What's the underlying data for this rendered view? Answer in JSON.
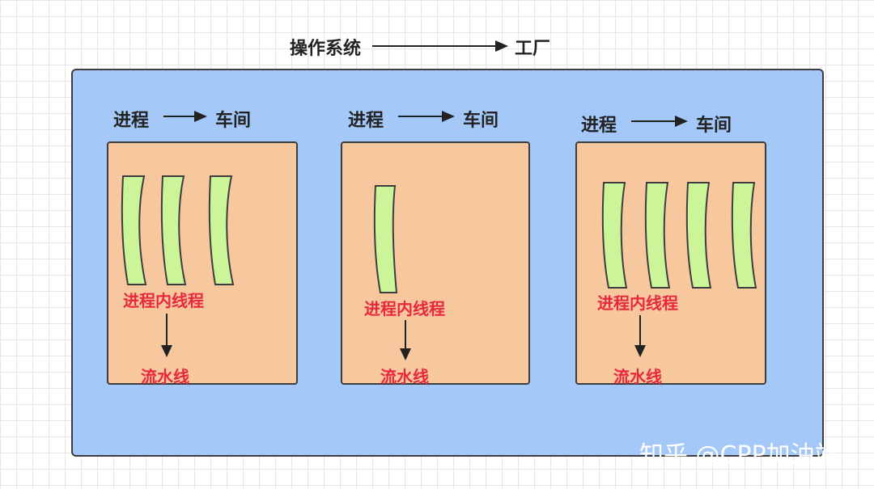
{
  "title": {
    "left": "操作系统",
    "right": "工厂"
  },
  "processes": [
    {
      "process_label": "进程",
      "workshop_label": "车间",
      "thread_label": "进程内线程",
      "line_label": "流水线",
      "thread_count": 3
    },
    {
      "process_label": "进程",
      "workshop_label": "车间",
      "thread_label": "进程内线程",
      "line_label": "流水线",
      "thread_count": 1
    },
    {
      "process_label": "进程",
      "workshop_label": "车间",
      "thread_label": "进程内线程",
      "line_label": "流水线",
      "thread_count": 4
    }
  ],
  "colors": {
    "os_box": "#a4c8f8",
    "workshop": "#f7c89e",
    "thread": "#ccf59a",
    "thread_label": "#e8283c"
  },
  "watermark": "知乎 @CPP加油站"
}
